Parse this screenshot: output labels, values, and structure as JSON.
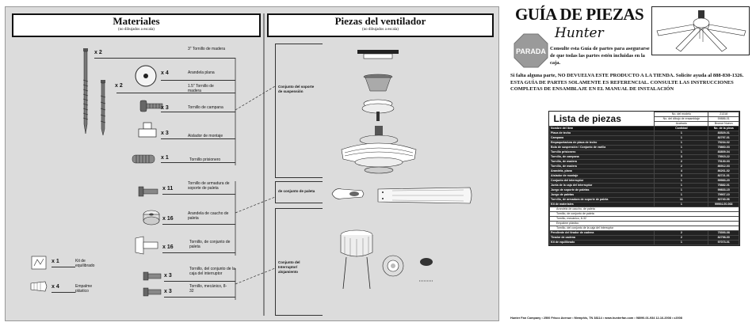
{
  "materiales": {
    "title": "Materiales",
    "subtitle": "(no dibujados a escala)",
    "items": [
      {
        "qty": "x 2",
        "label": "3\" Tornillo de madera"
      },
      {
        "qty": "x 4",
        "label": "Arandela plana"
      },
      {
        "qty": "x 2",
        "label": "1.5\" Tornillo de madera"
      },
      {
        "qty": "x 3",
        "label": "Tornillo de campana"
      },
      {
        "qty": "x 3",
        "label": "Aislador de montaje"
      },
      {
        "qty": "x 1",
        "label": "Tornillo prisionero"
      },
      {
        "qty": "x 11",
        "label": "Tornillo de armadura de soporte de paleta"
      },
      {
        "qty": "x 16",
        "label": "Arandela de caucho de paleta"
      },
      {
        "qty": "x 16",
        "label": "Tornillo, de conjunto de paleta"
      },
      {
        "qty": "x 3",
        "label": "Tornillo, del conjunto de la caja del interruptor"
      },
      {
        "qty": "x 3",
        "label": "Tornillo, mecánico, 8-32"
      },
      {
        "qty": "x 1",
        "label": "Kit de equilibrado"
      },
      {
        "qty": "x 4",
        "label": "Empalme plástico"
      }
    ]
  },
  "piezas": {
    "title": "Piezas del ventilador",
    "subtitle": "(no dibujados a escala)",
    "groups": [
      "Conjunto del soporte de suspensión",
      "de conjunto de paleta",
      "Conjunto del Interruptor/ alojamiento"
    ]
  },
  "guia": {
    "title": "GUÍA DE PIEZAS",
    "brand": "Hunter",
    "stop": "PARADA",
    "intro": "Consulte esta Guía de partes para asegurarse de que todas las partes estén incluidas en la caja.",
    "warning": "Si falta alguna parte, NO DEVUELVA ESTE PRODUCTO A LA TIENDA. Solicite ayuda al 888-830-1326. ESTA GUÍA DE PARTES SOLAMENTE ES REFERENCIAL. CONSULTE LAS INSTRUCCIONES COMPLETAS DE ENSAMBLAJE EN EL MANUAL DE INSTALACIÓN"
  },
  "lista": {
    "title": "Lista de piezas",
    "meta": [
      {
        "label": "No. del modelo",
        "value": "21318"
      },
      {
        "label": "No. del dibujo de ensamblaje",
        "value": "59886-01"
      },
      {
        "label": "Acabado",
        "value": "Bronce Nuevo"
      }
    ],
    "headers": [
      "Nombre del ítem",
      "Cantidad",
      "No. de la pieza"
    ],
    "rows": [
      [
        "Placa de techo",
        "1",
        "83529-01"
      ],
      [
        "Campana",
        "1",
        "82797-01"
      ],
      [
        "Empaquetadura de placa de techo",
        "1",
        "75234-02"
      ],
      [
        "Bola de suspensión / Conjunto de varilla",
        "1",
        "75860-03"
      ],
      [
        "Tornillo prisionero",
        "1",
        "83809-04"
      ],
      [
        "Tornillo, de campana",
        "3",
        "75915-22"
      ],
      [
        "Tornillo, de madera",
        "2",
        "75130-03"
      ],
      [
        "Tornillo, de madera",
        "2",
        "86912-03"
      ],
      [
        "Arandela, plana",
        "4",
        "86261-02"
      ],
      [
        "Aislador de montaje",
        "3",
        "82721-01"
      ],
      [
        "Conjunto del interruptor",
        "1",
        "59983-20"
      ],
      [
        "Junta de la caja del interruptor",
        "1",
        "75882-01"
      ],
      [
        "Juego de soporte de paletas",
        "1",
        "99833-15"
      ],
      [
        "Juego de paletas",
        "1",
        "79907-10"
      ],
      [
        "Tornillo, de armadura de soporte de paleta",
        "11",
        "82740-06"
      ],
      [
        "Kit de materiales",
        "1",
        "99904-00-068"
      ]
    ],
    "subrows": [
      "Arandela de caucho, de paleta",
      "Tornillo, de conjunto de paleta",
      "Tornillo, mecánico, 8-32",
      "Empalme plástico",
      "Tornillo, del conjunto de la caja del interruptor"
    ],
    "tail_rows": [
      [
        "Pendiente del tirador de cadena",
        "2",
        "75393-08"
      ],
      [
        "Tirador de cadena",
        "2",
        "82798-00"
      ],
      [
        "Kit de equilibrado",
        "1",
        "97073-01"
      ]
    ]
  },
  "footer": "Hunter Fan Company  •  2500 Frisco Avenue  •  Memphis, TN 38114  •  www.hunterfan.com  •  98090-01-934  12-16-2008  •  c2008",
  "colors": {
    "stop": "#9a9a9a",
    "panel": "#dcdcdc"
  }
}
